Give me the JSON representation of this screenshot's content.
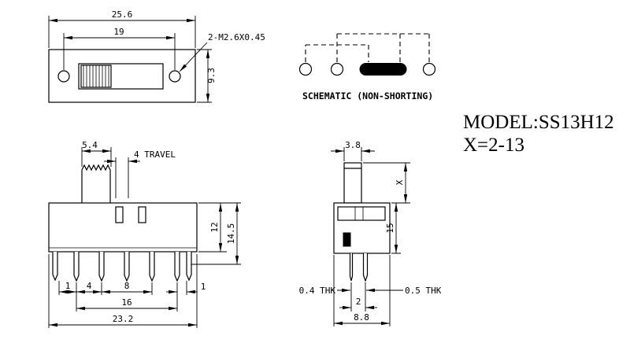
{
  "colors": {
    "ink": "#000000",
    "paper": "#ffffff"
  },
  "model": {
    "line1": "MODEL:SS13H12",
    "line2": "X=2-13"
  },
  "schematic": {
    "caption": "SCHEMATIC (NON-SHORTING)"
  },
  "top_view": {
    "dim_width": "25.6",
    "dim_hole_spacing": "19",
    "dim_height": "9.3",
    "thread_callout": "2-M2.6X0.45"
  },
  "front_view": {
    "dim_knob_width": "5.4",
    "dim_travel": "4 TRAVEL",
    "dim_body_height": "12",
    "dim_total_height": "14.5",
    "dim_offset_left": "1",
    "dim_pitch": "4",
    "dim_mid_span": "8",
    "dim_offset_right": "1",
    "dim_pin_span": "16",
    "dim_overall": "23.2"
  },
  "side_view": {
    "dim_top_width": "3.8",
    "dim_actuator_height": "X",
    "dim_body_height": "15",
    "dim_thk_left": "0.4 THK",
    "dim_gap": "2",
    "dim_thk_right": "0.5 THK",
    "dim_depth": "8.8"
  }
}
